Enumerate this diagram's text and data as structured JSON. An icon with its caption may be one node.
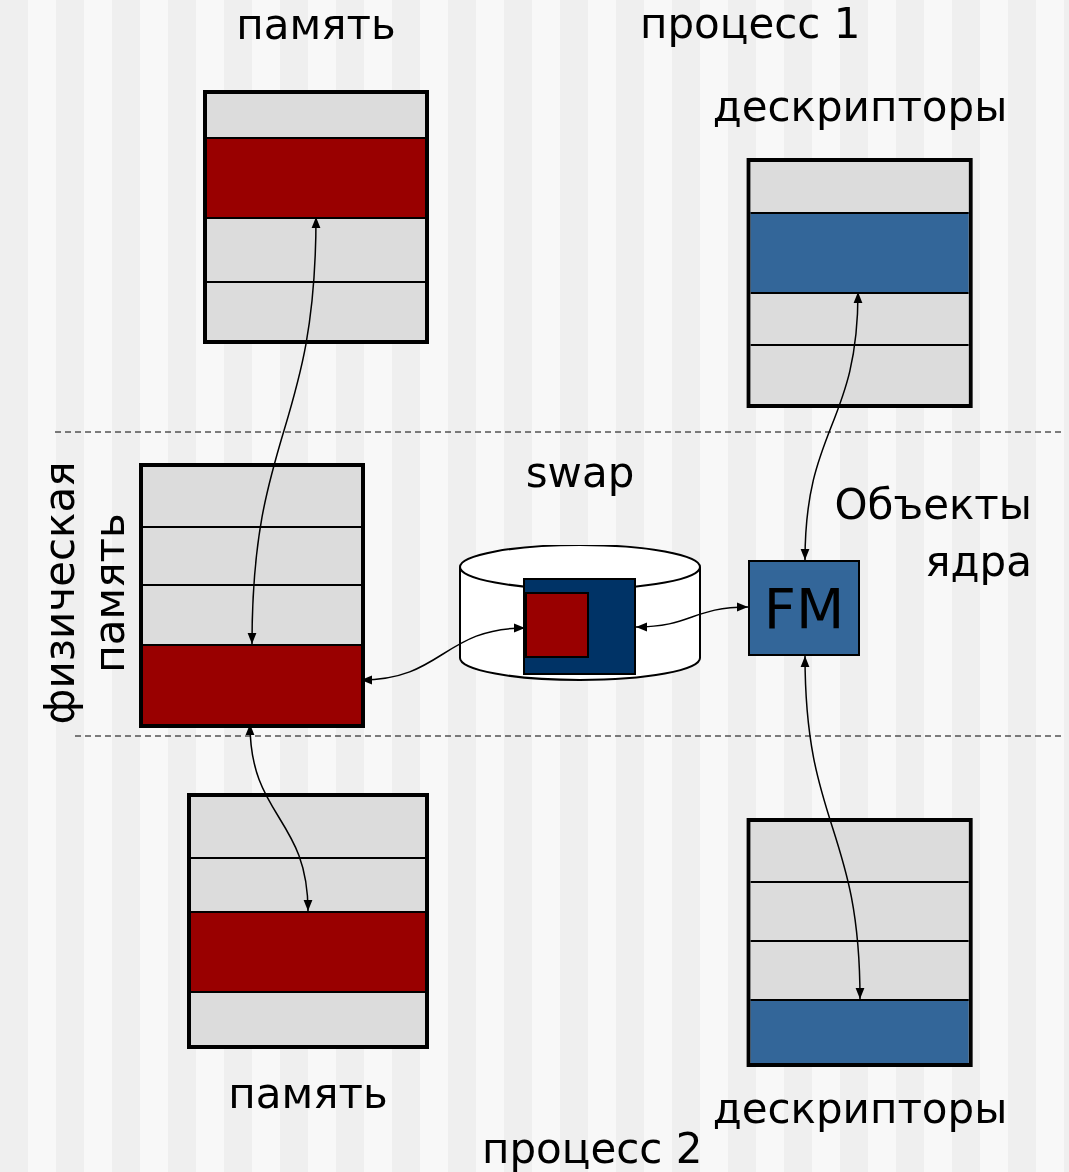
{
  "diagram": {
    "nodes": [
      {
        "text": [
          "память"
        ]
      },
      {
        "text": [],
        "shape": "box",
        "in": 0
      },
      {
        "text": [
          "дескрипторы"
        ]
      },
      {
        "text": [],
        "shape": "box",
        "in": 2
      },
      {
        "text": [
          "физическая память"
        ]
      },
      {
        "text": [],
        "shape": "box",
        "in": 4
      },
      {
        "text": [
          "swap"
        ]
      },
      {
        "text": [],
        "shape": "box",
        "in": 6
      },
      {
        "text": [],
        "shape": "box",
        "in": 7
      },
      {
        "text": [
          "FM"
        ],
        "beside": [
          "Объекты ядра"
        ]
      },
      {
        "text": [
          "память"
        ]
      },
      {
        "text": [],
        "shape": "box",
        "in": 10
      },
      {
        "text": [
          "дескрипторы"
        ]
      },
      {
        "text": [],
        "shape": "box",
        "in": 12
      }
    ],
    "edges": [
      {
        "from": 1,
        "to": 5,
        "arrow": "both"
      },
      {
        "from": 5,
        "to": 11,
        "arrow": "both"
      },
      {
        "from": 8,
        "to": 5,
        "arrow": "both"
      },
      {
        "from": 7,
        "to": 9,
        "arrow": "both"
      },
      {
        "from": 9,
        "to": 3,
        "arrow": "both"
      },
      {
        "from": 9,
        "to": 13,
        "arrow": "both"
      }
    ],
    "labels": [
      "процесс 1",
      "процесс 2"
    ]
  }
}
